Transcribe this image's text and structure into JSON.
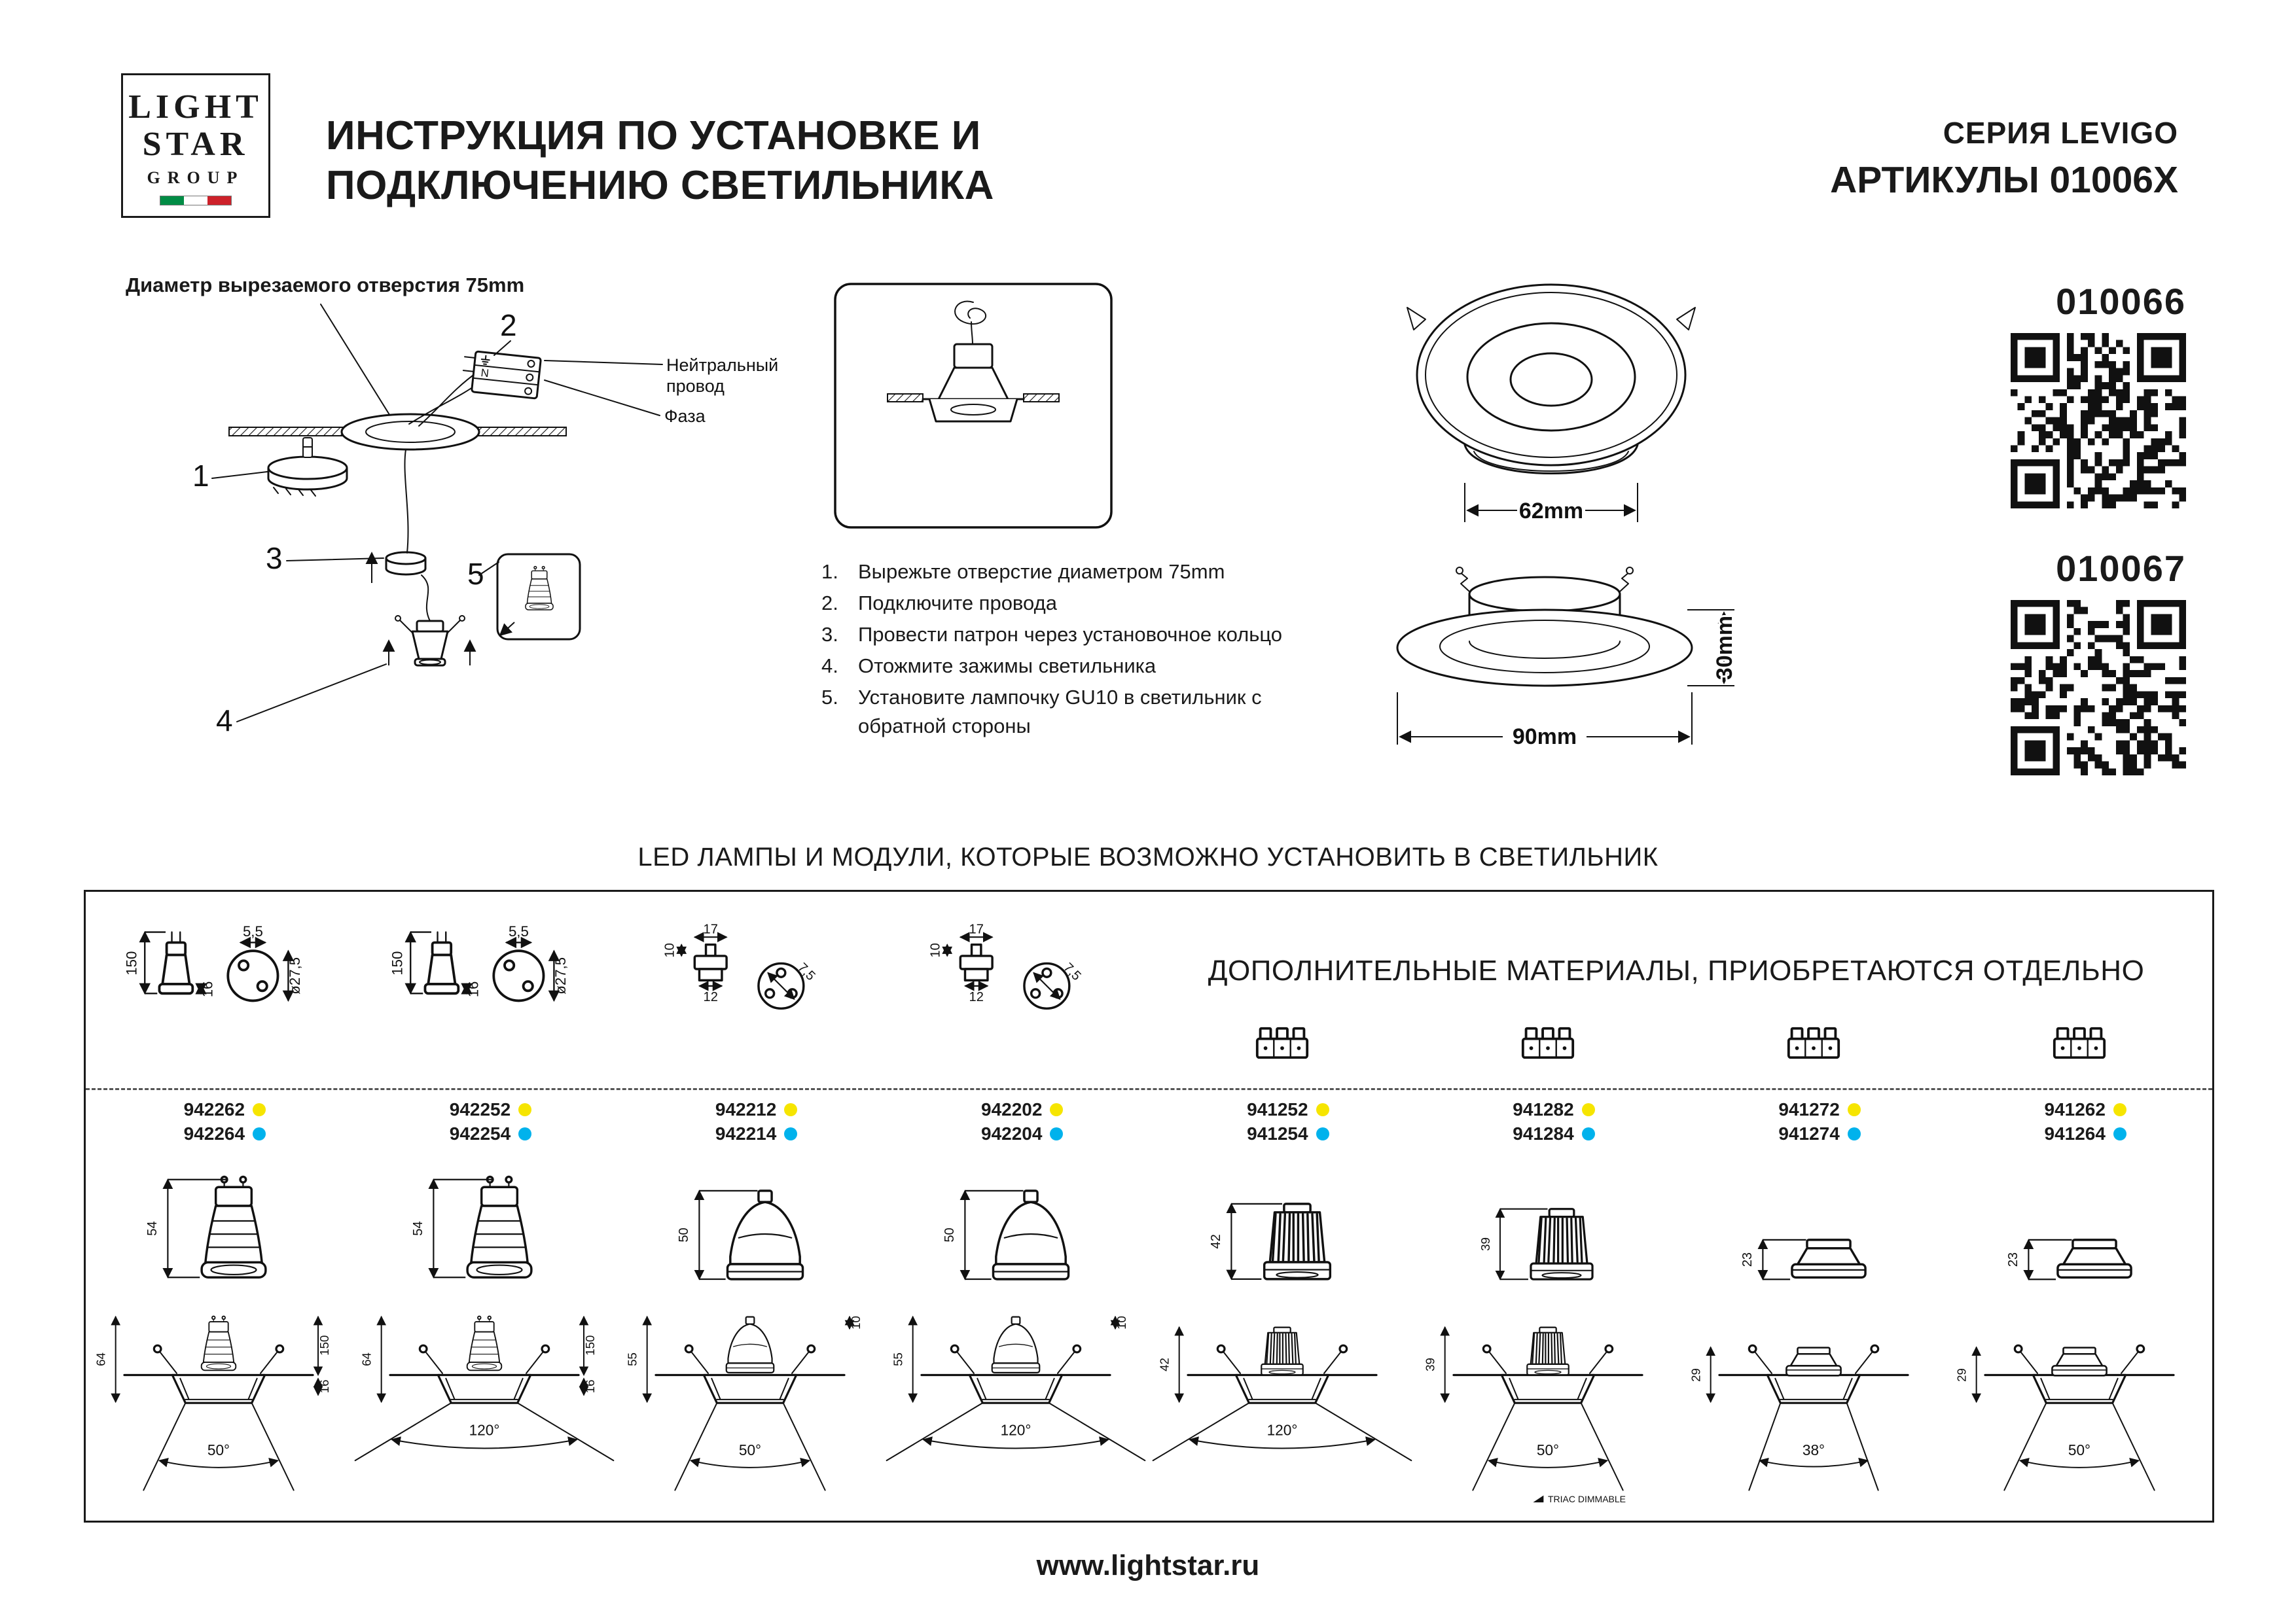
{
  "header": {
    "logo": {
      "line1": "LIGHT",
      "line2": "STAR",
      "line3": "GROUP"
    },
    "title_line1": "ИНСТРУКЦИЯ ПО УСТАНОВКЕ И",
    "title_line2": "ПОДКЛЮЧЕНИЮ СВЕТИЛЬНИКА",
    "series": "СЕРИЯ LEVIGO",
    "articles_heading": "АРТИКУЛЫ 01006X"
  },
  "install": {
    "hole_note": "Диаметр вырезаемого отверстия 75mm",
    "wiring": {
      "neutral_line1": "Нейтральный",
      "neutral_line2": "провод",
      "phase": "Фаза",
      "terminal_n": "N"
    },
    "callouts": {
      "c1": "1",
      "c2": "2",
      "c3": "3",
      "c4": "4",
      "c5": "5"
    },
    "steps": [
      {
        "num": "1.",
        "text": "Вырежьте отверстие диаметром 75mm"
      },
      {
        "num": "2.",
        "text": "Подключите провода"
      },
      {
        "num": "3.",
        "text": "Провести патрон через установочное кольцо"
      },
      {
        "num": "4.",
        "text": "Отожмите зажимы светильника"
      },
      {
        "num": "5.",
        "text": "Установите лампочку GU10 в светильник с обратной стороны"
      }
    ]
  },
  "dimensions": {
    "width_front": "62mm",
    "width_ring": "90mm",
    "height_ring": "30mm"
  },
  "products": [
    {
      "article": "010066"
    },
    {
      "article": "010067"
    }
  ],
  "led": {
    "section_title": "LED ЛАМПЫ И МОДУЛИ, КОТОРЫЕ ВОЗМОЖНО УСТАНОВИТЬ В СВЕТИЛЬНИК",
    "extras_title": "ДОПОЛНИТЕЛЬНЫЕ МАТЕРИАЛЫ, ПРИОБРЕТАЮТСЯ ОТДЕЛЬНО",
    "columns": [
      {
        "top_dims": {
          "height": "150",
          "base": "16",
          "pin": "5,5",
          "diameter": "ø27,5"
        },
        "codes": [
          {
            "code": "942262",
            "color": "#f6e500"
          },
          {
            "code": "942264",
            "color": "#00b2ec"
          }
        ],
        "lamp_height": "54",
        "inst_height": "64",
        "inst_dim1": "150",
        "inst_dim2": "16",
        "beam": "50°"
      },
      {
        "top_dims": {
          "height": "150",
          "base": "16",
          "pin": "5,5",
          "diameter": "ø27,5"
        },
        "codes": [
          {
            "code": "942252",
            "color": "#f6e500"
          },
          {
            "code": "942254",
            "color": "#00b2ec"
          }
        ],
        "lamp_height": "54",
        "inst_height": "64",
        "inst_dim1": "150",
        "inst_dim2": "16",
        "beam": "120°"
      },
      {
        "top_dims": {
          "stem": "10",
          "width_top": "17",
          "width_bottom": "12",
          "pins": "7,5"
        },
        "codes": [
          {
            "code": "942212",
            "color": "#f6e500"
          },
          {
            "code": "942214",
            "color": "#00b2ec"
          }
        ],
        "lamp_height": "50",
        "inst_height": "55",
        "inst_dim1": "10",
        "beam": "50°"
      },
      {
        "top_dims": {
          "stem": "10",
          "width_top": "17",
          "width_bottom": "12",
          "pins": "7,5"
        },
        "codes": [
          {
            "code": "942202",
            "color": "#f6e500"
          },
          {
            "code": "942204",
            "color": "#00b2ec"
          }
        ],
        "lamp_height": "50",
        "inst_height": "55",
        "inst_dim1": "10",
        "beam": "120°"
      },
      {
        "codes": [
          {
            "code": "941252",
            "color": "#f6e500"
          },
          {
            "code": "941254",
            "color": "#00b2ec"
          }
        ],
        "lamp_height": "42",
        "inst_height": "42",
        "beam": "120°"
      },
      {
        "codes": [
          {
            "code": "941282",
            "color": "#f6e500"
          },
          {
            "code": "941284",
            "color": "#00b2ec"
          }
        ],
        "lamp_height": "39",
        "inst_height": "39",
        "beam": "50°",
        "note": "TRIAC DIMMABLE"
      },
      {
        "codes": [
          {
            "code": "941272",
            "color": "#f6e500"
          },
          {
            "code": "941274",
            "color": "#00b2ec"
          }
        ],
        "lamp_height": "23",
        "inst_height": "29",
        "beam": "38°"
      },
      {
        "codes": [
          {
            "code": "941262",
            "color": "#f6e500"
          },
          {
            "code": "941264",
            "color": "#00b2ec"
          }
        ],
        "lamp_height": "23",
        "inst_height": "29",
        "beam": "50°"
      }
    ]
  },
  "footer": {
    "website": "www.lightstar.ru"
  }
}
